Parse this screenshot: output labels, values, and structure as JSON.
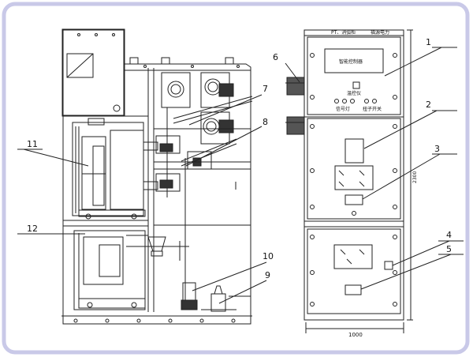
{
  "callouts": {
    "c1": "1",
    "c2": "2",
    "c3": "3",
    "c4": "4",
    "c5": "5",
    "c6": "6",
    "c7": "7",
    "c8": "8",
    "c9": "9",
    "c10": "10",
    "c11": "11",
    "c12": "12"
  },
  "front_panel": {
    "top_label_left": "PT、消弧柜",
    "top_label_right": "福源电力",
    "controller_label": "智能控制器",
    "temp_controller_label": "温控仪",
    "signal_lamp_label": "信号灯",
    "knob_switch_label": "扭子开关"
  },
  "dimensions": {
    "width": "1000",
    "height": "2300"
  },
  "colors": {
    "border": "#c9c9e8",
    "line": "#222222"
  }
}
